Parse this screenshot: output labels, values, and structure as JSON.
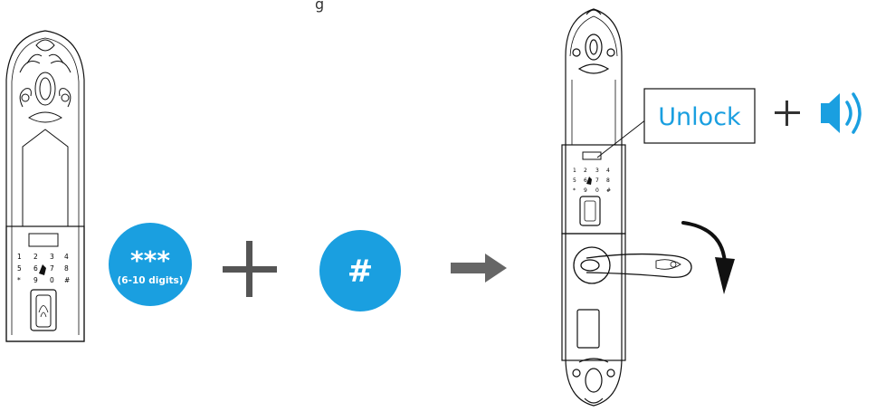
{
  "top_partial_text": "g",
  "step1": {
    "keypad_left": {
      "row1": [
        "1",
        "2",
        "3",
        "4"
      ],
      "row2": [
        "5",
        "6",
        "7",
        "8"
      ],
      "row3": [
        "*",
        "9",
        "0",
        "#"
      ]
    },
    "code_symbol": "***",
    "code_note": "(6-10 digits)"
  },
  "step2": {
    "plus": "+",
    "key": "#"
  },
  "result": {
    "keypad_right": {
      "row1": [
        "1",
        "2",
        "3",
        "4"
      ],
      "row2": [
        "5",
        "6",
        "7",
        "8"
      ],
      "row3": [
        "*",
        "9",
        "0",
        "#"
      ]
    },
    "unlock_label": "Unlock",
    "plus": "+"
  },
  "icons": [
    "arrow-right-icon",
    "speaker-icon",
    "rotate-arrow-icon"
  ],
  "colors": {
    "accent_blue": "#1a9fe0",
    "arrow_gray": "#555555",
    "line": "#111111"
  }
}
